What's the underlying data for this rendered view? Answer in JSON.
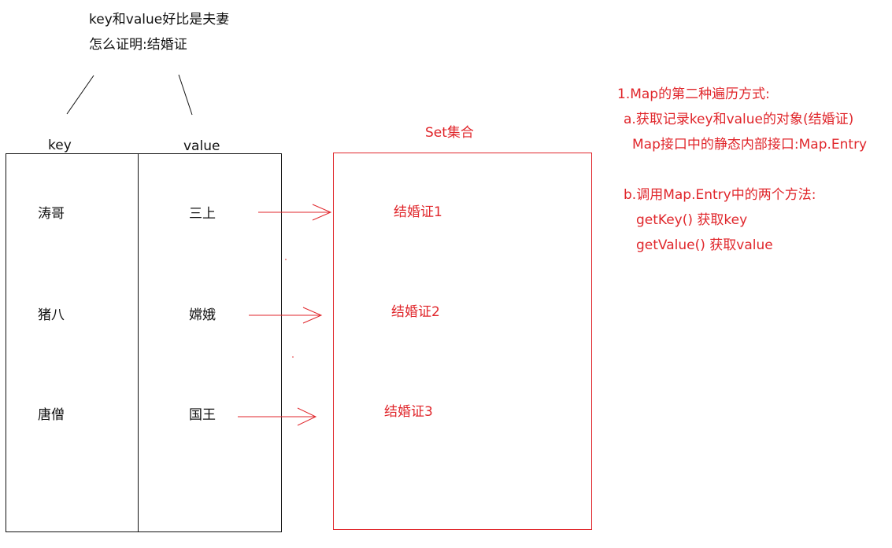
{
  "intro": {
    "line1": "key和value好比是夫妻",
    "line2": "怎么证明:结婚证"
  },
  "table": {
    "key_header": "key",
    "value_header": "value",
    "rows": [
      {
        "key": "涛哥",
        "value": "三上"
      },
      {
        "key": "猪八",
        "value": "嫦娥"
      },
      {
        "key": "唐僧",
        "value": "国王"
      }
    ]
  },
  "set": {
    "title": "Set集合",
    "entries": [
      "结婚证1",
      "结婚证2",
      "结婚证3"
    ]
  },
  "notes": {
    "line1": "1.Map的第二种遍历方式:",
    "line2": "a.获取记录key和value的对象(结婚证)",
    "line3": "Map接口中的静态内部接口:Map.Entry",
    "line4": "b.调用Map.Entry中的两个方法:",
    "line5": "getKey()  获取key",
    "line6": "getValue()  获取value"
  },
  "colors": {
    "ink": "#111111",
    "accent": "#e0262b"
  }
}
